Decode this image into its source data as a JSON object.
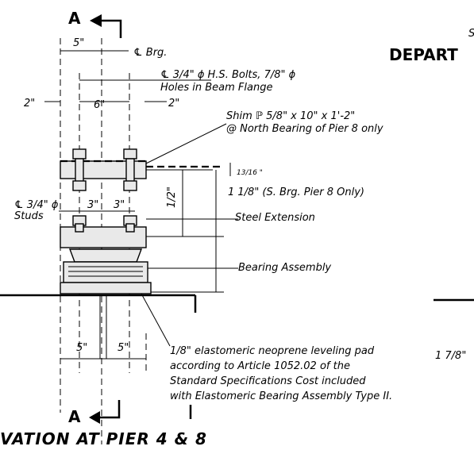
{
  "section_marks": {
    "top": "A",
    "bottom": "A"
  },
  "header_fragment": "DEPART",
  "header_edge_char": "S",
  "dimensions": {
    "top_5": "5\"",
    "cl_brg": "℄ Brg.",
    "six": "6\"",
    "two_left": "2\"",
    "two_right": "2\"",
    "three_left": "3\"",
    "three_right": "3\"",
    "half_vertical": "1/2\"",
    "thirteen_sixteenths": "13/16 \"",
    "bottom_5_left": "5\"",
    "bottom_5_right": "5\"",
    "right_edge": "1 7/8\""
  },
  "callouts": {
    "bolts_line1": "℄ 3/4\" ϕ H.S. Bolts, 7/8\" ϕ",
    "bolts_line2": "Holes in Beam Flange",
    "shim_line1": "Shim ℙ 5/8\" x 10\" x 1'-2\"",
    "shim_line2": "@ North Bearing of Pier 8 only",
    "s_brg": "1 1/8\" (S. Brg. Pier 8 Only)",
    "studs_line1": "℄ 3/4\" ϕ",
    "studs_line2": "Studs",
    "steel_extension": "Steel Extension",
    "bearing_assembly": "Bearing Assembly"
  },
  "note": {
    "line1": "1/8\" elastomeric neoprene leveling pad",
    "line2": "according to Article 1052.02 of the",
    "line3": "Standard Specifications Cost included",
    "line4": "with Elastomeric Bearing Assembly Type II."
  },
  "bottom_title": "VATION AT PIER 4 & 8"
}
